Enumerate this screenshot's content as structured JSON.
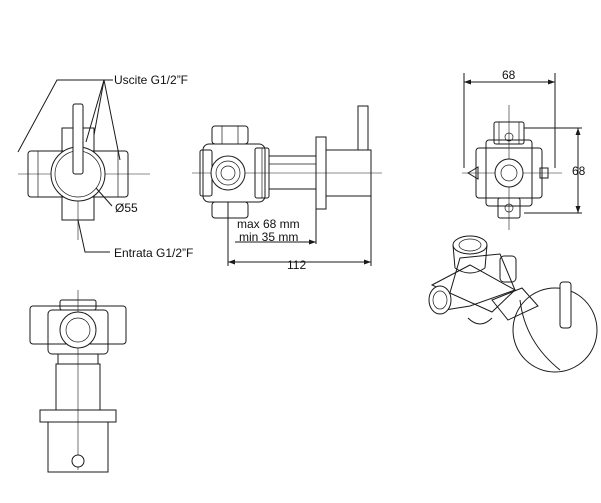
{
  "labels": {
    "outlets": "Uscite G1/2”F",
    "diameter": "Ø55",
    "inlet": "Entrata G1/2”F",
    "max_depth": "max 68 mm",
    "min_depth": "min 35 mm",
    "total_length": "112",
    "width": "68",
    "height": "68"
  },
  "colors": {
    "line": "#1a1a1a",
    "background": "#ffffff"
  }
}
